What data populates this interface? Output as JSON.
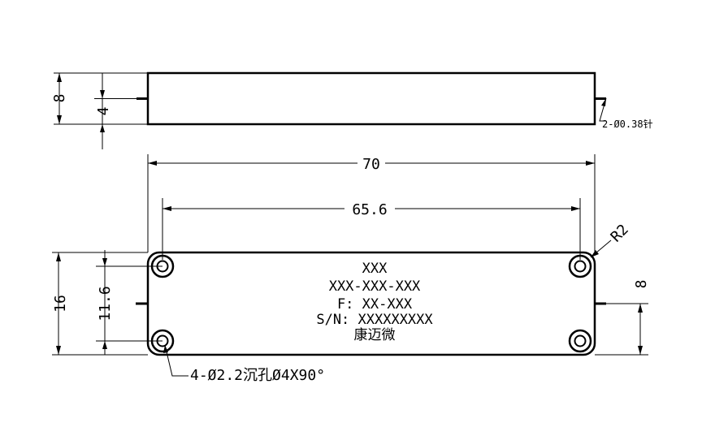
{
  "dimensions": {
    "side_height": "8",
    "pin_height": "4",
    "pin_note": "2-Ø0.38针",
    "overall_length": "70",
    "hole_spacing_x": "65.6",
    "corner_radius": "R2",
    "overall_width": "16",
    "hole_spacing_y": "11.6",
    "pin_offset": "8",
    "hole_note": "4-Ø2.2沉孔Ø4X90°"
  },
  "label": {
    "line1": "XXX",
    "line2": "XXX-XXX-XXX",
    "line3": "F: XX-XXX",
    "line4": "S/N: XXXXXXXXX",
    "line5": "康迈微"
  }
}
